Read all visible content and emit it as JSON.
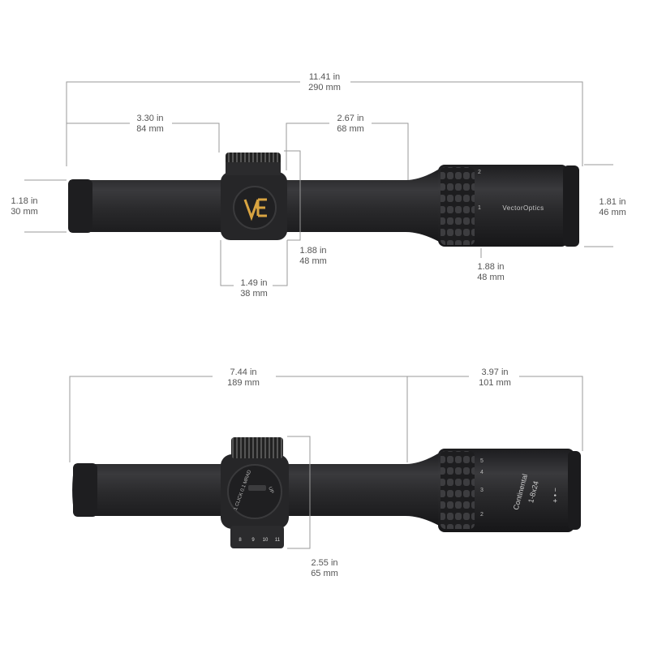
{
  "top_view": {
    "overall_length": {
      "in": "11.41 in",
      "mm": "290 mm"
    },
    "eyepiece_length": {
      "in": "3.30 in",
      "mm": "84 mm"
    },
    "objective_length": {
      "in": "2.67 in",
      "mm": "68 mm"
    },
    "tube_diameter": {
      "in": "1.18 in",
      "mm": "30 mm"
    },
    "objective_diameter": {
      "in": "1.81 in",
      "mm": "46 mm"
    },
    "turret_height": {
      "in": "1.88 in",
      "mm": "48 mm"
    },
    "turret_width": {
      "in": "1.49 in",
      "mm": "38 mm"
    },
    "ocular_diameter": {
      "in": "1.88 in",
      "mm": "48 mm"
    },
    "brand_text": "VectorOptics",
    "logo_text": "VE",
    "ring_numbers": [
      "2",
      "1"
    ]
  },
  "bottom_view": {
    "rear_section_length": {
      "in": "7.44 in",
      "mm": "189 mm"
    },
    "front_section_length": {
      "in": "3.97 in",
      "mm": "101 mm"
    },
    "turret_protrusion": {
      "in": "2.55 in",
      "mm": "65 mm"
    },
    "model_name": "Continental",
    "model_spec": "1-8x24",
    "turret_label": "1 CLICK 0.1 MRAD",
    "turret_up": "UP",
    "power_marks": [
      "5",
      "4",
      "3",
      "2"
    ],
    "dial_numbers": [
      "8",
      "9",
      "10",
      "11"
    ],
    "plus_minus": "+ • −"
  },
  "colors": {
    "scope_body": "#2a2a2c",
    "scope_highlight": "#4a4a4d",
    "logo_gold": "#d9a441",
    "dimension_line": "#9a9a9a",
    "label_text": "#555555"
  }
}
